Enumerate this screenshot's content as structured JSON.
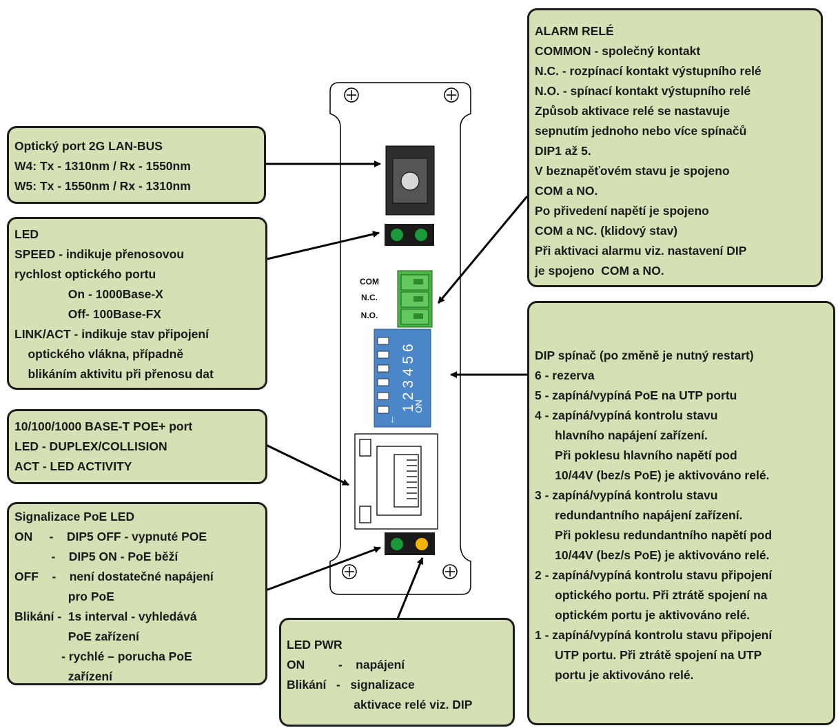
{
  "callouts": {
    "optical": {
      "lines": [
        "Optický port 2G LAN-BUS",
        "W4: Tx - 1310nm / Rx - 1550nm",
        "W5: Tx - 1550nm / Rx - 1310nm"
      ]
    },
    "led": {
      "lines": [
        "LED",
        "SPEED - indikuje přenosovou",
        "rychlost optického portu",
        "                On - 1000Base-X",
        "                Off- 100Base-FX",
        "LINK/ACT - indikuje stav připojení",
        "    optického vlákna, případně",
        "    blikáním aktivitu při přenosu dat"
      ]
    },
    "poe_port": {
      "lines": [
        "10/100/1000 BASE-T POE+ port",
        "LED - DUPLEX/COLLISION",
        "ACT - LED ACTIVITY"
      ]
    },
    "poe_led": {
      "lines": [
        "Signalizace PoE LED",
        "ON     -    DIP5 OFF - vypnuté POE",
        "           -    DIP5 ON - PoE běží",
        "OFF    -    není dostatečné napájení",
        "                pro PoE",
        "Blikání -  1s interval - vyhledává",
        "                PoE zařízení",
        "              - rychlé – porucha PoE",
        "                zařízení"
      ]
    },
    "alarm": {
      "lines": [
        "ALARM RELÉ",
        "COMMON - společný kontakt",
        "N.C. - rozpínací kontakt výstupního relé",
        "N.O. - spínací kontakt výstupního relé",
        "Způsob aktivace relé se nastavuje",
        "sepnutím jednoho nebo více spínačů",
        "DIP1 až 5.",
        "V beznapěťovém stavu je spojeno",
        "COM a NO.",
        "Po přivedení napětí je spojeno",
        "COM a NC. (klidový stav)",
        "Při aktivaci alarmu viz. nastavení DIP",
        "je spojeno  COM a NO."
      ]
    },
    "dip": {
      "lines": [
        "DIP spínač (po změně je nutný restart)",
        "6 - rezerva",
        "5 - zapíná/vypíná PoE na UTP portu",
        "4 - zapíná/vypíná kontrolu stavu",
        "      hlavního napájení zařízení.",
        "      Při poklesu hlavního napětí pod",
        "      10/44V (bez/s PoE) je aktivováno relé.",
        "3 - zapíná/vypíná kontrolu stavu",
        "      redundantního napájení zařízení.",
        "      Při poklesu redundantního napětí pod",
        "      10/44V (bez/s PoE) je aktivováno relé.",
        "2 - zapíná/vypíná kontrolu stavu připojení",
        "      optického portu. Při ztrátě spojení na",
        "      optickém portu je aktivováno relé.",
        "1 - zapíná/vypíná kontrolu stavu připojení",
        "      UTP portu. Při ztrátě spojení na UTP",
        "      portu je aktivováno relé."
      ]
    },
    "pwr": {
      "lines": [
        "LED PWR",
        "ON          -    napájení",
        "Blikání   -   signalizace",
        "                    aktivace relé viz. DIP"
      ]
    }
  },
  "device": {
    "relay_labels": [
      "COM",
      "N.C.",
      "N.O."
    ],
    "dip_numbers": "1 2 3 4 5 6",
    "dip_on": "ON",
    "dip_arrow": "↓"
  },
  "colors": {
    "callout_fill": "#d4e1b5",
    "led_green": "#1a9a3a",
    "led_yellow": "#f6b400",
    "dip_blue": "#4a86c8",
    "terminal_green": "#4bb648"
  }
}
